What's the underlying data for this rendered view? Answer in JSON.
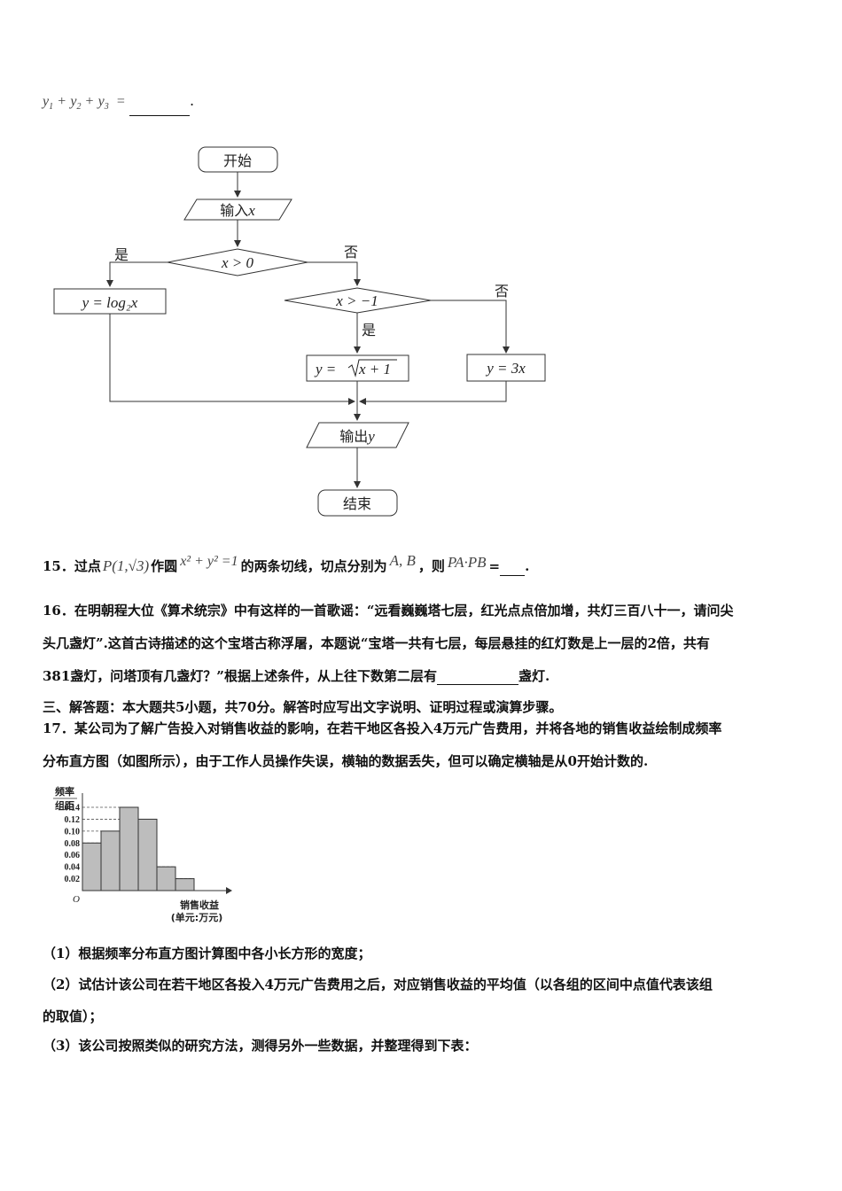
{
  "top_line": {
    "expr_y": "y",
    "sub1": "1",
    "sub2": "2",
    "sub3": "3",
    "plus": "+",
    "eq": "=",
    "end": "."
  },
  "flowchart": {
    "start": "开始",
    "input_label": "输入",
    "input_var": "x",
    "cond1": "x > 0",
    "yes1": "是",
    "no1": "否",
    "branch_log": "y = log₂x",
    "cond2": "x > −1",
    "yes2": "是",
    "no2": "否",
    "branch_sqrt_left": "y =",
    "branch_sqrt_inner": "x + 1",
    "branch_3x": "y = 3x",
    "output_label": "输出",
    "output_var": "y",
    "end": "结束"
  },
  "q15": {
    "number": "15．过点",
    "point": "P(1,√3)",
    "mid1": "作圆",
    "circle": "x² + y² =1",
    "mid2": "的两条切线，切点分别为",
    "ab": "A, B",
    "mid3": "，则",
    "dot": "PA·PB",
    "eq": "=",
    "end": "."
  },
  "q16": {
    "line1": "16．在明朝程大位《算术统宗》中有这样的一首歌谣：“远看巍巍塔七层，红光点点倍加增，共灯三百八十一，请问尖",
    "line2": "头几盏灯”.这首古诗描述的这个宝塔古称浮屠，本题说“宝塔一共有七层，每层悬挂的红灯数是上一层的2倍，共有",
    "line3_a": "381盏灯，问塔顶有几盏灯？”根据上述条件，从上往下数第二层有",
    "line3_b": "盏灯."
  },
  "section3": "三、解答题：本大题共5小题，共70分。解答时应写出文字说明、证明过程或演算步骤。",
  "q17": {
    "line1": "17．某公司为了解广告投入对销售收益的影响，在若干地区各投入4万元广告费用，并将各地的销售收益绘制成频率",
    "line2": "分布直方图（如图所示），由于工作人员操作失误，横轴的数据丢失，但可以确定横轴是从0开始计数的.",
    "part1": "（1）根据频率分布直方图计算图中各小长方形的宽度；",
    "part2_a": "（2）试估计该公司在若干地区各投入4万元广告费用之后，对应销售收益的平均值（以各组的区间中点值代表该组",
    "part2_b": "的取值）；",
    "part3": "（3）该公司按照类似的研究方法，测得另外一些数据，并整理得到下表："
  },
  "chart_data": {
    "type": "bar",
    "ylabel_top": "频率",
    "ylabel_bottom": "组距",
    "origin": "O",
    "xlabel": "销售收益",
    "xunit": "(单元:万元)",
    "yticks": [
      "0.14",
      "0.12",
      "0.10",
      "0.08",
      "0.06",
      "0.04",
      "0.02"
    ],
    "ytick_values": [
      0.14,
      0.12,
      0.1,
      0.08,
      0.06,
      0.04,
      0.02
    ],
    "values": [
      0.08,
      0.1,
      0.14,
      0.12,
      0.04,
      0.02
    ],
    "ylim": [
      0,
      0.16
    ],
    "grid": false,
    "colors": {
      "bar": "#bdbdbd",
      "stroke": "#333333"
    }
  }
}
